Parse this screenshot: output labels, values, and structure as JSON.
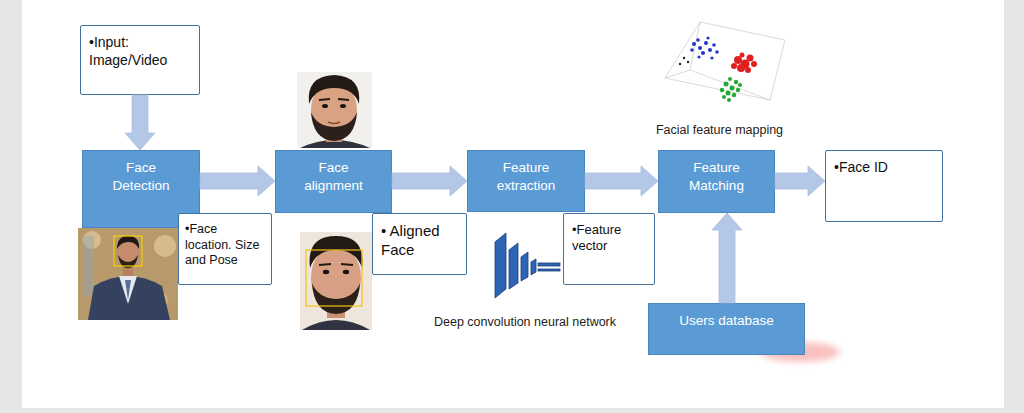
{
  "diagram": {
    "nodes": [
      {
        "text": [
          "•Input: Image/Video"
        ]
      },
      {
        "text": [
          "Face Detection"
        ]
      },
      {
        "text": [
          "•Face location. Size and Pose"
        ]
      },
      {
        "text": [
          "Face alignment"
        ]
      },
      {
        "text": [
          "• Aligned Face"
        ]
      },
      {
        "text": [
          "Feature extraction"
        ]
      },
      {
        "text": [
          "•Feature vector"
        ]
      },
      {
        "text": [
          "Feature Matching"
        ]
      },
      {
        "text": [
          "•Face ID"
        ]
      },
      {
        "text": [
          "Users database"
        ]
      }
    ],
    "edges": [
      {
        "from": 0,
        "to": 1,
        "arrow": "to"
      },
      {
        "from": 1,
        "to": 3,
        "arrow": "to"
      },
      {
        "from": 3,
        "to": 5,
        "arrow": "to"
      },
      {
        "from": 5,
        "to": 7,
        "arrow": "to"
      },
      {
        "from": 7,
        "to": 8,
        "arrow": "to"
      },
      {
        "from": 9,
        "to": 7,
        "arrow": "to"
      }
    ],
    "labels": [
      "Facial feature mapping",
      "Deep convolution neural network"
    ]
  }
}
